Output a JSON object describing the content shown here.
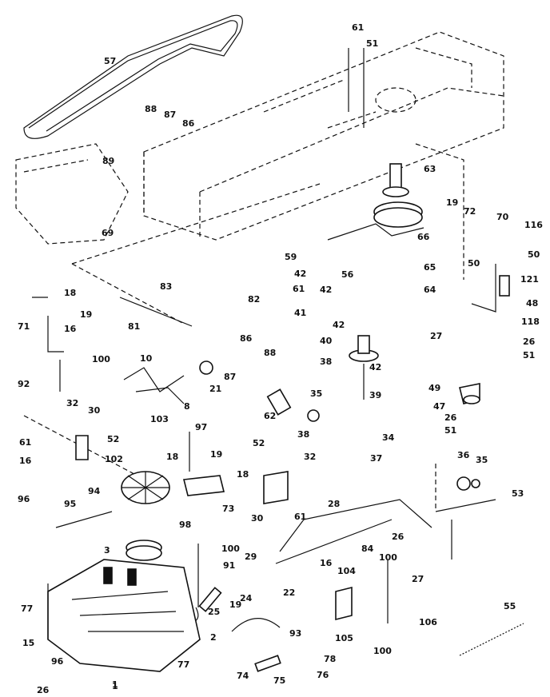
{
  "diagram": {
    "labels": [
      "57",
      "61",
      "51",
      "88",
      "87",
      "86",
      "89",
      "63",
      "19",
      "72",
      "70",
      "116",
      "69",
      "59",
      "42",
      "61",
      "56",
      "42",
      "66",
      "65",
      "64",
      "50",
      "50",
      "121",
      "48",
      "83",
      "82",
      "18",
      "19",
      "16",
      "71",
      "100",
      "92",
      "81",
      "86",
      "88",
      "87",
      "10",
      "21",
      "8",
      "41",
      "42",
      "40",
      "38",
      "42",
      "39",
      "118",
      "26",
      "51",
      "27",
      "62",
      "35",
      "38",
      "49",
      "47",
      "26",
      "51",
      "34",
      "37",
      "36",
      "35",
      "53",
      "32",
      "30",
      "61",
      "52",
      "16",
      "103",
      "102",
      "97",
      "19",
      "18",
      "94",
      "73",
      "98",
      "52",
      "32",
      "30",
      "61",
      "96",
      "95",
      "28",
      "26",
      "27",
      "3",
      "100",
      "91",
      "25",
      "19",
      "24",
      "29",
      "22",
      "16",
      "104",
      "84",
      "100",
      "106",
      "77",
      "15",
      "2",
      "93",
      "105",
      "100",
      "55",
      "96",
      "26",
      "1",
      "77",
      "74",
      "75",
      "78",
      "76",
      "18",
      "1"
    ]
  }
}
